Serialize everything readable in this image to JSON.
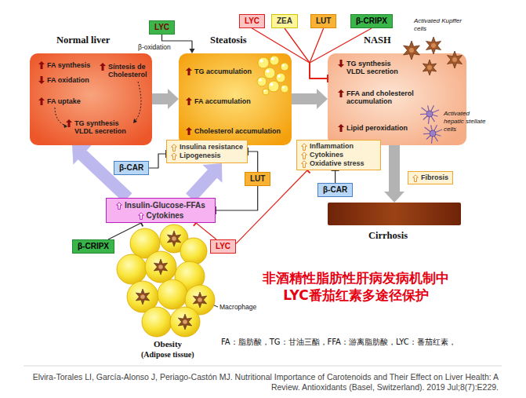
{
  "diagram": {
    "title": "非酒精性脂肪性肝病发病机制中 LYC番茄红素多途径保护",
    "caption": "Elvira-Torales LI, García-Alonso J, Periago-Castón MJ. Nutritional Importance of Carotenoids and Their Effect on Liver Health: A Review. Antioxidants (Basel, Switzerland). 2019 Jul;8(7):E229.",
    "nodes": [
      {
        "text": [
          "LYC"
        ]
      },
      {
        "text": [
          "LYC"
        ]
      },
      {
        "text": [
          "ZEA"
        ]
      },
      {
        "text": [
          "LUT"
        ]
      },
      {
        "text": [
          "β-CRIPX"
        ]
      },
      {
        "text": [
          "Normal liver",
          "FA synthesis",
          "FA oxidation",
          "Síntesis de Cholesterol",
          "FA uptake",
          "TG synthesis VLDL secretion"
        ]
      },
      {
        "text": [
          "Steatosis",
          "TG accumulation",
          "FA accumulation",
          "Cholesterol accumulation"
        ]
      },
      {
        "text": [
          "NASH",
          "TG synthesis VLDL secretion",
          "FFA and cholesterol accumulation",
          "Lipid peroxidation"
        ]
      },
      {
        "text": [
          "Insulina resistance",
          "Lipogenesis"
        ]
      },
      {
        "text": [
          "β-CAR"
        ]
      },
      {
        "text": [
          "Inflammation",
          "Cytokines",
          "Oxidative stress"
        ]
      },
      {
        "text": [
          "LUT"
        ]
      },
      {
        "text": [
          "Fibrosis"
        ]
      },
      {
        "text": [
          "β-CAR"
        ]
      },
      {
        "text": [
          "Cirrhosis"
        ]
      },
      {
        "text": [
          "Insulin-Glucose-FFAs",
          "Cytokines"
        ]
      },
      {
        "text": [
          "β-CRIPX"
        ]
      },
      {
        "text": [
          "LYC"
        ]
      }
    ],
    "edges": [
      {
        "from": 0,
        "to": 6,
        "arrow": "to"
      },
      {
        "from": 1,
        "to": 7,
        "arrow": "none"
      },
      {
        "from": 2,
        "to": 7,
        "arrow": "none"
      },
      {
        "from": 3,
        "to": 7,
        "arrow": "none"
      },
      {
        "from": 4,
        "to": 7,
        "arrow": "none"
      },
      {
        "from": 5,
        "to": 6,
        "arrow": "to"
      },
      {
        "from": 6,
        "to": 7,
        "arrow": "to"
      },
      {
        "from": 7,
        "to": 14,
        "arrow": "to"
      },
      {
        "from": 9,
        "to": 8,
        "arrow": "none"
      },
      {
        "from": 11,
        "to": 8,
        "arrow": "none"
      },
      {
        "from": 11,
        "to": 15,
        "arrow": "none"
      },
      {
        "from": 13,
        "to": 10,
        "arrow": "none"
      },
      {
        "from": 16,
        "to": 15,
        "arrow": "none"
      },
      {
        "from": 17,
        "to": 15,
        "arrow": "none"
      },
      {
        "from": 17,
        "to": 10,
        "arrow": "none"
      },
      {
        "from": 15,
        "to": 5,
        "arrow": "to"
      },
      {
        "from": 15,
        "to": 8,
        "arrow": "to"
      }
    ],
    "labels": [
      "β-oxidation",
      "Activated Kupffer cells",
      "Activated hepatic stellate cells",
      "Macrophage",
      "Obesity",
      "(Adipose tissue)",
      "FA：脂肪酸，TG：甘油三酯，FFA：游离脂肪酸，LYC：番茄红素，"
    ]
  }
}
